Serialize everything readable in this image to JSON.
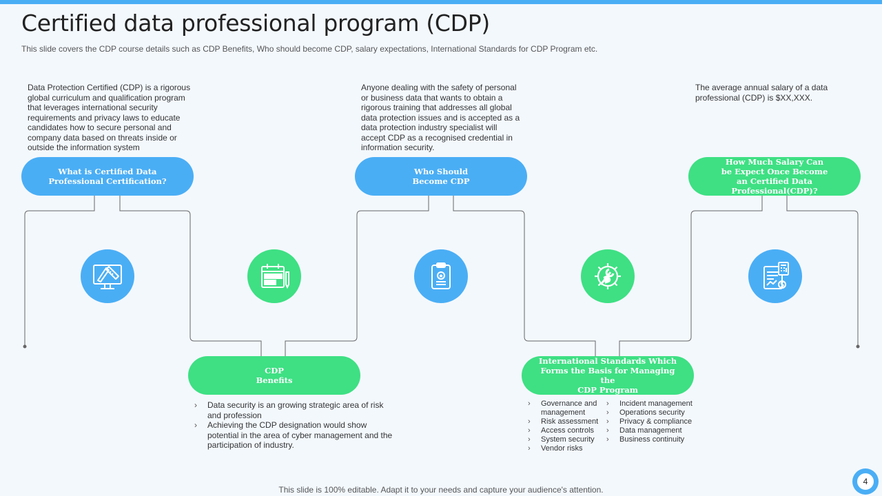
{
  "slide": {
    "title": "Certified data professional program (CDP)",
    "subtitle": "This slide covers the CDP course details such as  CDP Benefits, Who should become CDP, salary expectations, International Standards for CDP Program etc.",
    "footer": "This slide is 100% editable. Adapt it to your needs and capture your audience's attention.",
    "page_number": "4"
  },
  "colors": {
    "blue": "#4aaef5",
    "green": "#3ee083",
    "line": "#666666"
  },
  "sections": {
    "what_is": {
      "label": "What is Certified Data\nProfessional  Certification?",
      "description": "Data Protection Certified (CDP) is a rigorous\nglobal curriculum and qualification program\nthat leverages international security\nrequirements and privacy laws to educate\ncandidates how to secure personal and\ncompany data based on threats inside or\noutside the information system",
      "icon": "design-tools-monitor-icon"
    },
    "benefits": {
      "label": "CDP\nBenefits",
      "icon": "calendar-checklist-icon",
      "bullets": [
        "Data security is an growing strategic area of risk and profession",
        "Achieving the CDP designation would show potential in the area of cyber management and the participation of industry."
      ]
    },
    "who": {
      "label": "Who Should\nBecome CDP",
      "description": "Anyone  dealing with the safety of personal\nor business data that wants to obtain a\nrigorous training that addresses all global\ndata protection issues and is accepted as a\ndata protection industry specialist will\naccept CDP as a recognised credential in\ninformation security.",
      "icon": "clipboard-badge-icon"
    },
    "standards": {
      "label": "International Standards Which\nForms the Basis for Managing  the\nCDP Program",
      "icon": "gear-wrench-hand-icon",
      "col1": [
        "Governance and management",
        "Risk assessment",
        "Access controls",
        "System security",
        "Vendor risks"
      ],
      "col2": [
        "Incident management",
        "Operations security",
        "Privacy & compliance",
        "Data management",
        "Business continuity"
      ]
    },
    "salary": {
      "label": "How Much Salary Can\nbe Expect Once Become\nan Certified Data Professional(CDP)?",
      "description": "The average annual salary of a data\nprofessional (CDP) is $XX,XXX.",
      "icon": "invoice-calculator-icon"
    }
  }
}
